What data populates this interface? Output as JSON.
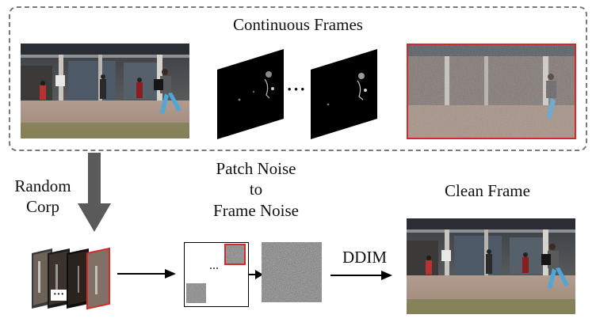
{
  "top_group": {
    "title": "Continuous Frames",
    "ellipsis": "···"
  },
  "step1": {
    "label_line1": "Random",
    "label_line2": "Corp",
    "ellipsis": "···"
  },
  "step2": {
    "label_line1": "Patch Noise",
    "label_line2": "to",
    "label_line3": "Frame Noise",
    "grid_ellipsis": "···"
  },
  "step3": {
    "label": "DDIM"
  },
  "output": {
    "label": "Clean Frame"
  },
  "colors": {
    "highlight": "#d42a2a",
    "arrow": "#000000",
    "big_arrow": "#5a5a5a",
    "dashed_border": "#7a7a7a"
  }
}
